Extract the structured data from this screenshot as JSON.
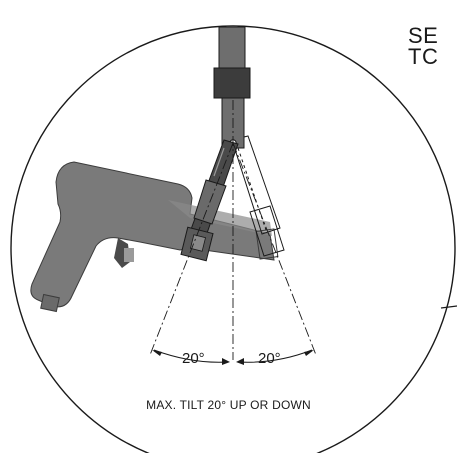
{
  "callout": {
    "partial_text_line1": "SE",
    "partial_text_line2": "TC"
  },
  "angles": {
    "left": "20°",
    "right": "20°"
  },
  "caption": "MAX. TILT 20° UP OR DOWN",
  "colors": {
    "outline": "#1a1a1a",
    "tool_body": "#7a7a7a",
    "tool_dark": "#3c3c3c",
    "tool_shading": "#5a5a5a",
    "background": "#ffffff"
  }
}
